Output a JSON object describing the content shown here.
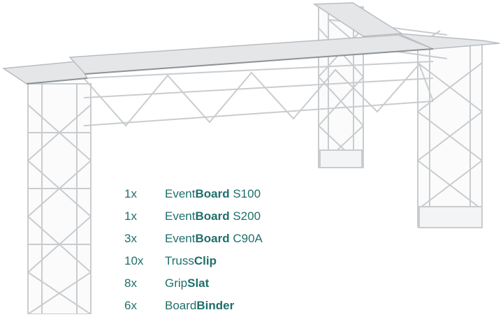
{
  "parts": [
    {
      "qty": "1x",
      "prefix": "Event",
      "bold": "Board",
      "suffix": " S100"
    },
    {
      "qty": "1x",
      "prefix": "Event",
      "bold": "Board",
      "suffix": " S200"
    },
    {
      "qty": "3x",
      "prefix": "Event",
      "bold": "Board",
      "suffix": " C90A"
    },
    {
      "qty": "10x",
      "prefix": "Truss",
      "bold": "Clip",
      "suffix": ""
    },
    {
      "qty": "8x",
      "prefix": "Grip",
      "bold": "Slat",
      "suffix": ""
    },
    {
      "qty": "6x",
      "prefix": "Board",
      "bold": "Binder",
      "suffix": ""
    }
  ],
  "colors": {
    "text": "#1f6f6b",
    "board_top": "#e4e6e8",
    "board_edge": "#b9bdc1",
    "truss_line": "#c9cccf",
    "truss_dark": "#8d9297"
  }
}
